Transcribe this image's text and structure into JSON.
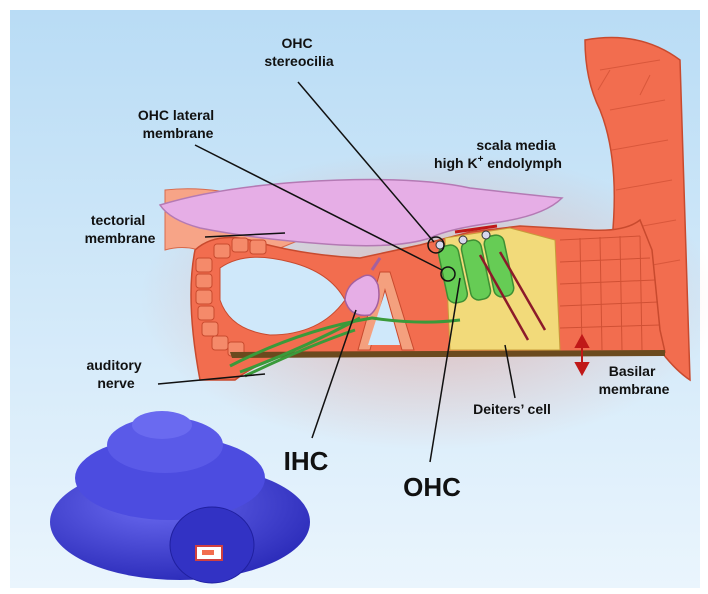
{
  "labels": {
    "ohc_stereocilia": [
      "OHC",
      "stereocilia"
    ],
    "ohc_lateral_membrane": [
      "OHC lateral",
      "membrane"
    ],
    "scala_media": [
      "scala media",
      "high K",
      "+",
      " endolymph"
    ],
    "tectorial_membrane": [
      "tectorial",
      "membrane"
    ],
    "auditory_nerve": [
      "auditory",
      "nerve"
    ],
    "basilar_membrane": [
      "Basilar",
      "membrane"
    ],
    "deiters_cell": "Deiters’ cell",
    "ihc": "IHC",
    "ohc": "OHC"
  },
  "colors": {
    "background_top": "#b9dcf5",
    "background_bottom": "#eaf5fd",
    "tissue": "#f26d4f",
    "tissue_light": "#f7a487",
    "tectorial": "#e6aee6",
    "ohc_green": "#66cc55",
    "deiters_yellow": "#f2da7a",
    "nerve_green": "#3a9a3a",
    "basilar_brown": "#6b4a1e",
    "cochlea_blue": "#4444d8",
    "arrow_red": "#c01818"
  }
}
